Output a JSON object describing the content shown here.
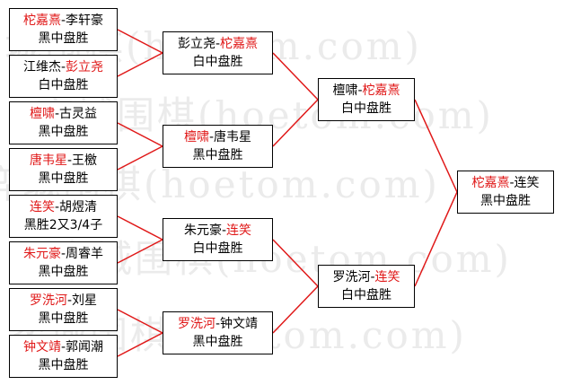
{
  "watermark": "弈城围棋(hoetom.com)",
  "colors": {
    "winner": "#e01818",
    "line": "#e01818",
    "border": "#000000"
  },
  "round1": [
    {
      "p1": "柁嘉熹",
      "p2": "李轩豪",
      "red": "p1",
      "result": "黑中盘胜"
    },
    {
      "p1": "江维杰",
      "p2": "彭立尧",
      "red": "p2",
      "result": "白中盘胜"
    },
    {
      "p1": "檀啸",
      "p2": "古灵益",
      "red": "p1",
      "result": "黑中盘胜"
    },
    {
      "p1": "唐韦星",
      "p2": "王檄",
      "red": "p1",
      "result": "黑中盘胜"
    },
    {
      "p1": "连笑",
      "p2": "胡煜清",
      "red": "p1",
      "result": "黑胜2又3/4子"
    },
    {
      "p1": "朱元豪",
      "p2": "周睿羊",
      "red": "p1",
      "result": "黑中盘胜"
    },
    {
      "p1": "罗洗河",
      "p2": "刘星",
      "red": "p1",
      "result": "黑中盘胜"
    },
    {
      "p1": "钟文靖",
      "p2": "郭闻潮",
      "red": "p1",
      "result": "黑中盘胜"
    }
  ],
  "round2": [
    {
      "p1": "彭立尧",
      "p2": "柁嘉熹",
      "red": "p2",
      "result": "白中盘胜"
    },
    {
      "p1": "檀啸",
      "p2": "唐韦星",
      "red": "p1",
      "result": "黑中盘胜"
    },
    {
      "p1": "朱元豪",
      "p2": "连笑",
      "red": "p2",
      "result": "白中盘胜"
    },
    {
      "p1": "罗洗河",
      "p2": "钟文靖",
      "red": "p1",
      "result": "黑中盘胜"
    }
  ],
  "round3": [
    {
      "p1": "檀啸",
      "p2": "柁嘉熹",
      "red": "p2",
      "result": "白中盘胜"
    },
    {
      "p1": "罗洗河",
      "p2": "连笑",
      "red": "p2",
      "result": "白中盘胜"
    }
  ],
  "final": [
    {
      "p1": "柁嘉熹",
      "p2": "连笑",
      "red": "p1",
      "result": "黑中盘胜"
    }
  ]
}
